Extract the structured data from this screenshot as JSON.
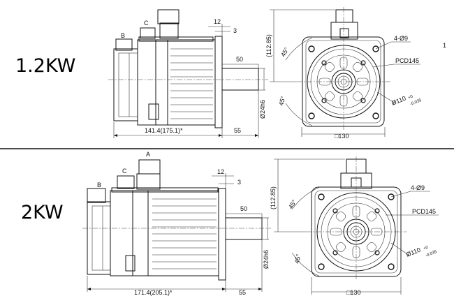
{
  "sections": [
    {
      "power": "1.2KW",
      "labels": {
        "a": "",
        "b": "B",
        "c": "C"
      },
      "dims": {
        "length": "141.4(175.1)*",
        "shaft_length": "55",
        "key_length": "50",
        "flange_gap": "12",
        "flange_thickness": "3",
        "shaft_dia": "Ø24h6",
        "height": "(112.85)",
        "angle_top": "45°",
        "angle_bottom": "45°",
        "holes": "4-Ø9",
        "pcd": "PCD145",
        "spigot": "Ø110",
        "spigot_upper": "+0",
        "spigot_lower": "-0.035",
        "square": "□130"
      },
      "note": "1"
    },
    {
      "power": "2KW",
      "labels": {
        "a": "A",
        "b": "B",
        "c": "C"
      },
      "dims": {
        "length": "171.4(205.1)*",
        "shaft_length": "55",
        "key_length": "50",
        "flange_gap": "12",
        "flange_thickness": "3",
        "shaft_dia": "Ø24h6",
        "height": "(112.85)",
        "angle_top": "45°",
        "angle_bottom": "45°",
        "holes": "4-Ø9",
        "pcd": "PCD145",
        "spigot": "Ø110",
        "spigot_upper": "+0",
        "spigot_lower": "-0.035",
        "square": "□130"
      },
      "note": ""
    }
  ]
}
